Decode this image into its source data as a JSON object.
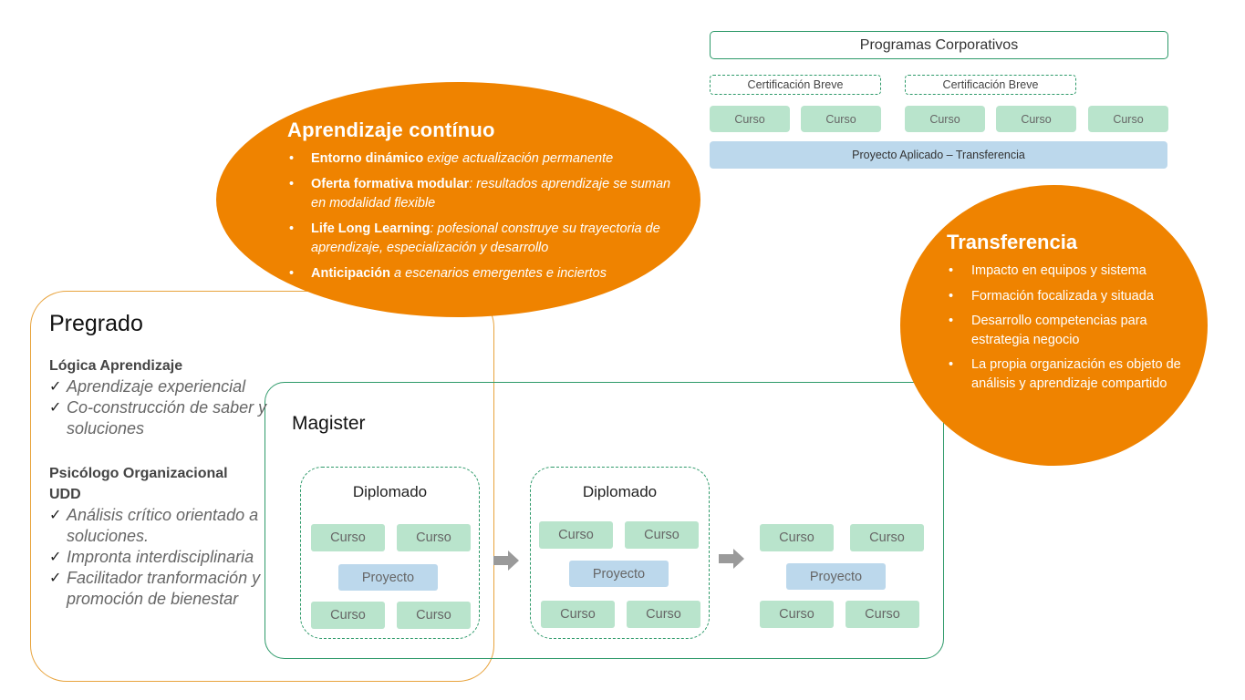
{
  "corporate": {
    "title": "Programas Corporativos",
    "certs": [
      "Certificación Breve",
      "Certificación Breve"
    ],
    "courses": [
      "Curso",
      "Curso",
      "Curso",
      "Curso",
      "Curso"
    ],
    "project": "Proyecto Aplicado – Transferencia"
  },
  "aprendizaje": {
    "title": "Aprendizaje contínuo",
    "items": [
      {
        "bold": "Entorno dinámico",
        "rest": " exige actualización permanente"
      },
      {
        "bold": "Oferta formativa modular",
        "rest": ": resultados aprendizaje se suman en modalidad flexible"
      },
      {
        "bold": "Life Long Learning",
        "rest": ": pofesional construye su trayectoria de aprendizaje, especialización y desarrollo"
      },
      {
        "bold": "Anticipación",
        "rest": " a  escenarios emergentes e inciertos"
      }
    ]
  },
  "transferencia": {
    "title": "Transferencia",
    "items": [
      "Impacto en equipos y sistema",
      "Formación focalizada y situada",
      "Desarrollo competencias para estrategia negocio",
      "La propia organización es objeto de análisis y aprendizaje compartido"
    ]
  },
  "pregrado": {
    "title": "Pregrado",
    "section1": {
      "heading": "Lógica Aprendizaje",
      "items": [
        "Aprendizaje experiencial",
        "Co-construcción de saber y soluciones"
      ]
    },
    "section2": {
      "heading": "Psicólogo Organizacional UDD",
      "items": [
        "Análisis crítico orientado a soluciones.",
        "Impronta interdisciplinaria",
        "Facilitador tranformación y promoción de bienestar"
      ]
    }
  },
  "magister": {
    "title": "Magister",
    "diplomado_label": "Diplomado",
    "course_label": "Curso",
    "project_label": "Proyecto"
  },
  "colors": {
    "orange": "#ef8300",
    "green_border": "#2e9a6a",
    "course_fill": "#b9e4cc",
    "project_fill": "#bcd8ec",
    "pregrado_border": "#e8a33c"
  }
}
